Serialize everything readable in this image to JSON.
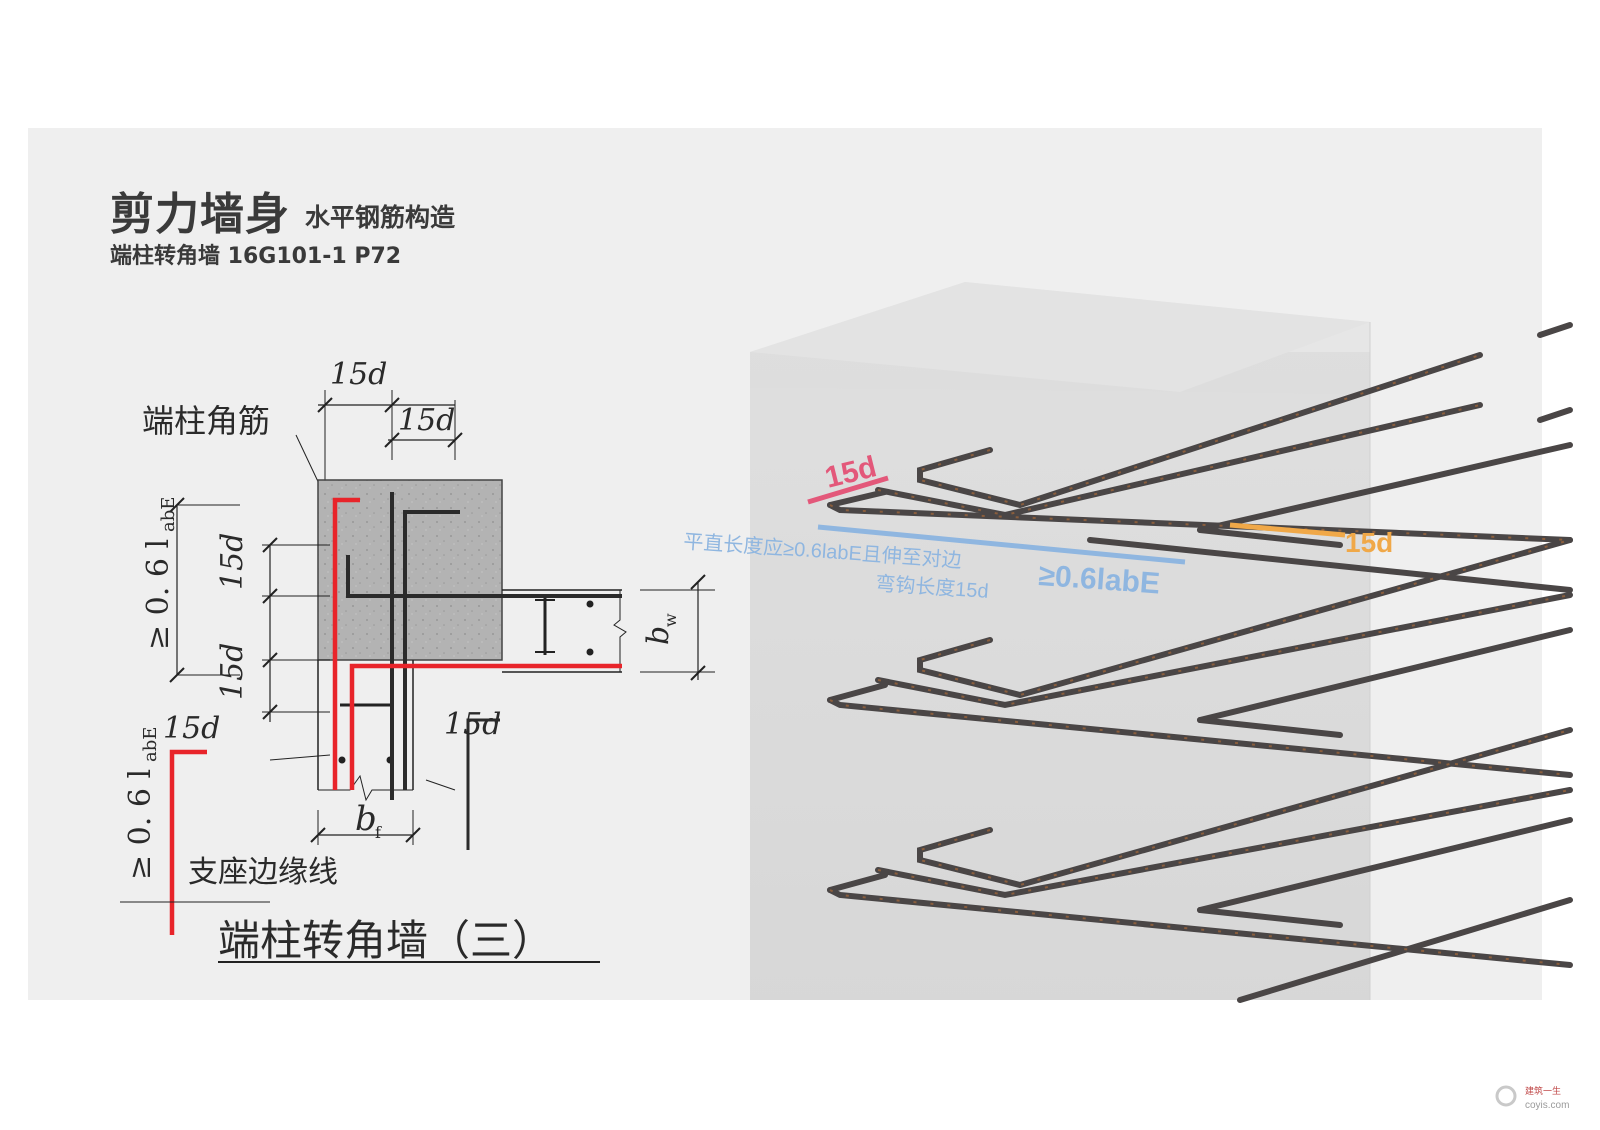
{
  "header": {
    "title": "剪力墙身",
    "subtitle": "水平钢筋构造",
    "code_line": "端柱转角墙  16G101-1  P72"
  },
  "drawing2d": {
    "label_15d_top1": "15d",
    "label_15d_top2": "15d",
    "label_corner_bar": "端柱角筋",
    "label_06_left": "≥ 0. 6 l",
    "label_06_left_sub": "abE",
    "label_15d_v1": "15d",
    "label_15d_v2": "15d",
    "label_bw": "b",
    "label_bw_sub": "w",
    "label_15d_bottom_left": "15d",
    "label_15d_bottom_right": "15d",
    "label_06_bottom": "≥ 0. 6 l",
    "label_06_bottom_sub": "abE",
    "label_bf": "b",
    "label_bf_sub": "f",
    "label_support": "支座边缘线",
    "caption": "端柱转角墙（三）"
  },
  "drawing3d": {
    "label_15d_red": "15d",
    "label_15d_orange": "15d",
    "note_line1": "平直长度应≥0.6labE且伸至对边",
    "note_line2": "弯钩长度15d",
    "label_06labE": "≥0.6labE"
  },
  "colors": {
    "red": "#e8242a",
    "pink": "#e3587a",
    "blue": "#8fb6e0",
    "orange": "#f0a848",
    "rebar": "#4a4646",
    "concrete": "#b9b9b9"
  },
  "watermark": {
    "name": "建筑一生",
    "site": "coyis.com"
  }
}
